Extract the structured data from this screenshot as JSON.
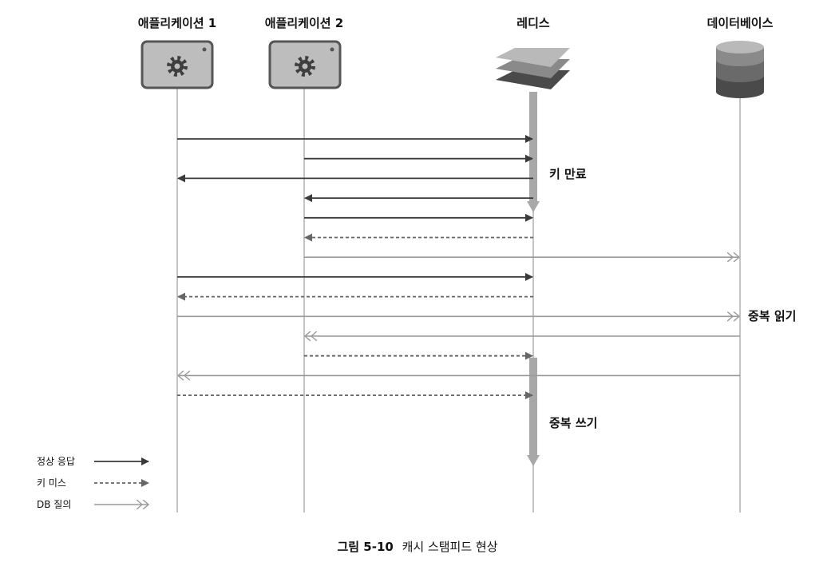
{
  "participants": [
    {
      "label": "애플리케이션 1",
      "icon": "gear-server-icon"
    },
    {
      "label": "애플리케이션 2",
      "icon": "gear-server-icon"
    },
    {
      "label": "레디스",
      "icon": "stacked-layers-icon"
    },
    {
      "label": "데이터베이스",
      "icon": "database-cylinder-icon"
    }
  ],
  "notes": {
    "key_expire": "키 만료",
    "duplicate_read": "중복 읽기",
    "duplicate_write": "중복 쓰기"
  },
  "legend": {
    "normal": "정상 응답",
    "miss": "키 미스",
    "db_query": "DB 질의"
  },
  "caption": {
    "number": "그림 5-10",
    "title": "캐시 스탬피드 현상"
  },
  "messages": [
    {
      "from": 0,
      "to": 2,
      "kind": "normal"
    },
    {
      "from": 1,
      "to": 2,
      "kind": "normal"
    },
    {
      "from": 2,
      "to": 0,
      "kind": "normal"
    },
    {
      "from": 2,
      "to": 1,
      "kind": "normal"
    },
    {
      "from": 1,
      "to": 2,
      "kind": "normal"
    },
    {
      "from": 2,
      "to": 1,
      "kind": "miss"
    },
    {
      "from": 1,
      "to": 3,
      "kind": "db"
    },
    {
      "from": 0,
      "to": 2,
      "kind": "normal"
    },
    {
      "from": 2,
      "to": 0,
      "kind": "miss"
    },
    {
      "from": 0,
      "to": 3,
      "kind": "db"
    },
    {
      "from": 3,
      "to": 1,
      "kind": "db"
    },
    {
      "from": 1,
      "to": 2,
      "kind": "miss"
    },
    {
      "from": 3,
      "to": 0,
      "kind": "db"
    },
    {
      "from": 0,
      "to": 2,
      "kind": "miss"
    }
  ],
  "colors": {
    "normal": "#3a3a3a",
    "miss": "#666666",
    "db": "#9a9a9a",
    "lifeline": "#c4c4c4",
    "activation": "#a8a8a8"
  }
}
